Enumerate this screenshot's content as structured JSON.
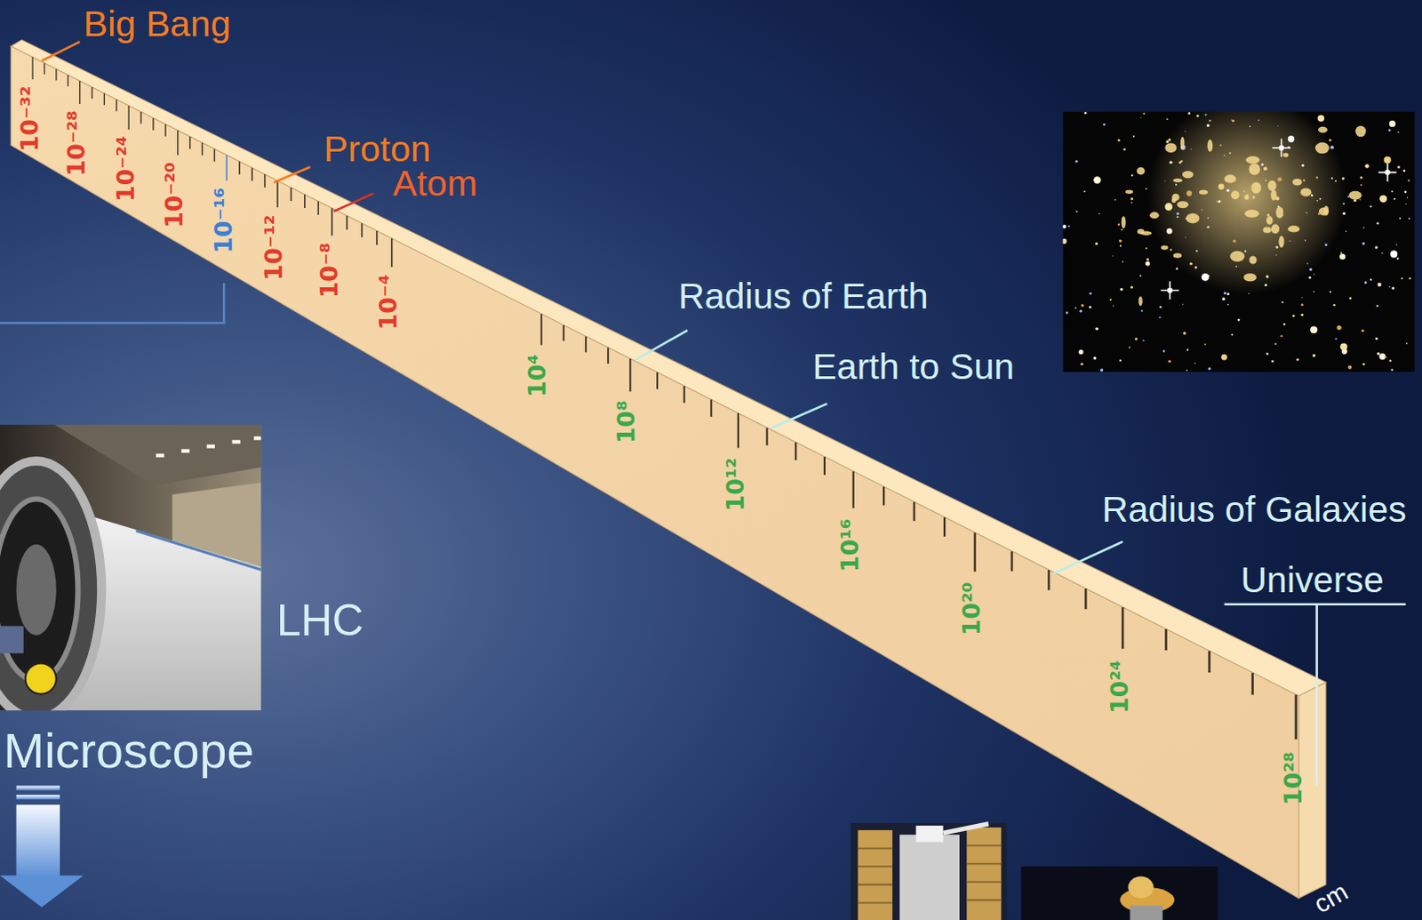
{
  "diagram": {
    "labels": [
      "Big Bang",
      "10⁻³²",
      "10⁻²⁸",
      "10⁻²⁴",
      "10⁻²⁰",
      "10⁻¹⁶",
      "10⁻¹²",
      "10⁻⁸",
      "10⁻⁴",
      "10⁴",
      "10⁸",
      "10¹²",
      "10¹⁶",
      "10²⁰",
      "10²⁴",
      "10²⁸",
      "Proton",
      "Atom",
      "Radius of Earth",
      "Earth to Sun",
      "Radius of Galaxies",
      "Universe",
      "LHC",
      "Microscope",
      "cm"
    ]
  }
}
